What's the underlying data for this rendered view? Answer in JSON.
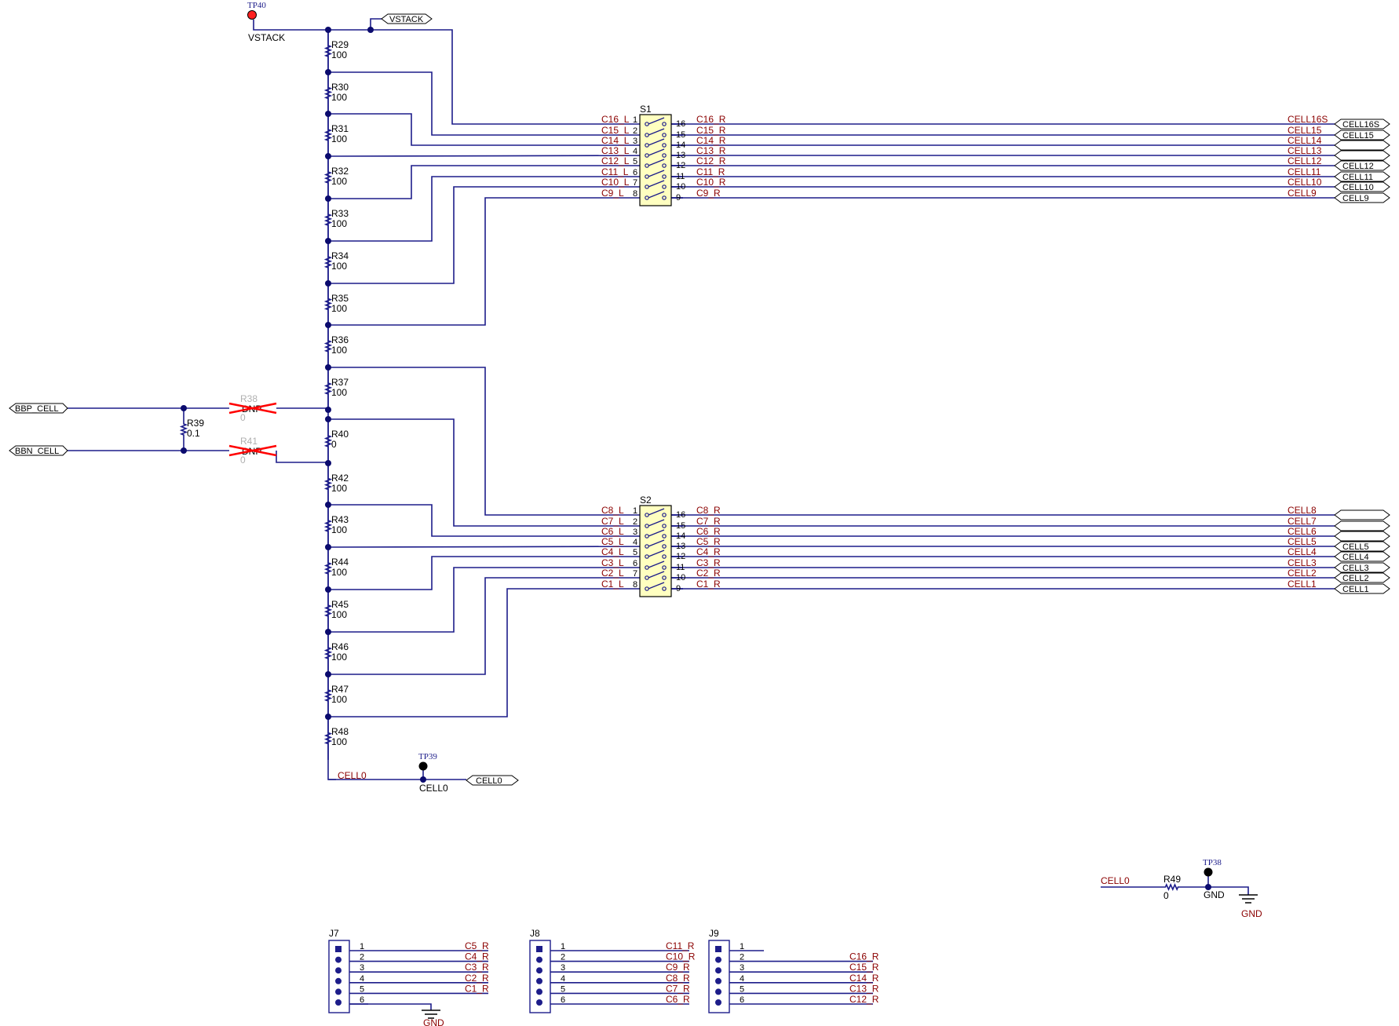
{
  "top": {
    "tp": "TP40",
    "net": "VSTACK",
    "flag": "VSTACK"
  },
  "ladder": [
    {
      "ref": "R29",
      "val": "100"
    },
    {
      "ref": "R30",
      "val": "100"
    },
    {
      "ref": "R31",
      "val": "100"
    },
    {
      "ref": "R32",
      "val": "100"
    },
    {
      "ref": "R33",
      "val": "100"
    },
    {
      "ref": "R34",
      "val": "100"
    },
    {
      "ref": "R35",
      "val": "100"
    },
    {
      "ref": "R36",
      "val": "100"
    },
    {
      "ref": "R37",
      "val": "100"
    },
    {
      "ref": "R40",
      "val": "0"
    },
    {
      "ref": "R42",
      "val": "100"
    },
    {
      "ref": "R43",
      "val": "100"
    },
    {
      "ref": "R44",
      "val": "100"
    },
    {
      "ref": "R45",
      "val": "100"
    },
    {
      "ref": "R46",
      "val": "100"
    },
    {
      "ref": "R47",
      "val": "100"
    },
    {
      "ref": "R48",
      "val": "100"
    }
  ],
  "sense": {
    "bbp": "BBP_CELL",
    "bbn": "BBN_CELL",
    "r39": {
      "ref": "R39",
      "val": "0.1"
    },
    "r38": {
      "ref": "R38",
      "val": "0",
      "dnp": "DNP"
    },
    "r41": {
      "ref": "R41",
      "val": "0",
      "dnp": "DNP"
    }
  },
  "s1": {
    "ref": "S1",
    "rows": [
      {
        "ll": "C16_L",
        "lp": "1",
        "rp": "16",
        "rl": "C16_R",
        "net": "CELL16S",
        "flag": "CELL16S"
      },
      {
        "ll": "C15_L",
        "lp": "2",
        "rp": "15",
        "rl": "C15_R",
        "net": "CELL15",
        "flag": "CELL15"
      },
      {
        "ll": "C14_L",
        "lp": "3",
        "rp": "14",
        "rl": "C14_R",
        "net": "CELL14",
        "flag": ""
      },
      {
        "ll": "C13_L",
        "lp": "4",
        "rp": "13",
        "rl": "C13_R",
        "net": "CELL13",
        "flag": ""
      },
      {
        "ll": "C12_L",
        "lp": "5",
        "rp": "12",
        "rl": "C12_R",
        "net": "CELL12",
        "flag": "CELL12"
      },
      {
        "ll": "C11_L",
        "lp": "6",
        "rp": "11",
        "rl": "C11_R",
        "net": "CELL11",
        "flag": "CELL11"
      },
      {
        "ll": "C10_L",
        "lp": "7",
        "rp": "10",
        "rl": "C10_R",
        "net": "CELL10",
        "flag": "CELL10"
      },
      {
        "ll": "C9_L",
        "lp": "8",
        "rp": "9",
        "rl": "C9_R",
        "net": "CELL9",
        "flag": "CELL9"
      }
    ]
  },
  "s2": {
    "ref": "S2",
    "rows": [
      {
        "ll": "C8_L",
        "lp": "1",
        "rp": "16",
        "rl": "C8_R",
        "net": "CELL8",
        "flag": ""
      },
      {
        "ll": "C7_L",
        "lp": "2",
        "rp": "15",
        "rl": "C7_R",
        "net": "CELL7",
        "flag": ""
      },
      {
        "ll": "C6_L",
        "lp": "3",
        "rp": "14",
        "rl": "C6_R",
        "net": "CELL6",
        "flag": ""
      },
      {
        "ll": "C5_L",
        "lp": "4",
        "rp": "13",
        "rl": "C5_R",
        "net": "CELL5",
        "flag": "CELL5"
      },
      {
        "ll": "C4_L",
        "lp": "5",
        "rp": "12",
        "rl": "C4_R",
        "net": "CELL4",
        "flag": "CELL4"
      },
      {
        "ll": "C3_L",
        "lp": "6",
        "rp": "11",
        "rl": "C3_R",
        "net": "CELL3",
        "flag": "CELL3"
      },
      {
        "ll": "C2_L",
        "lp": "7",
        "rp": "10",
        "rl": "C2_R",
        "net": "CELL2",
        "flag": "CELL2"
      },
      {
        "ll": "C1_L",
        "lp": "8",
        "rp": "9",
        "rl": "C1_R",
        "net": "CELL1",
        "flag": "CELL1"
      }
    ]
  },
  "bottom": {
    "tp": "TP39",
    "net_lbl": "CELL0",
    "tp_net": "CELL0",
    "flag": "CELL0"
  },
  "gndlink": {
    "net": "CELL0",
    "ref": "R49",
    "val": "0",
    "tp": "TP38",
    "tp_net": "GND",
    "gnd": "GND"
  },
  "connectors": [
    {
      "ref": "J7",
      "pins": [
        "1",
        "2",
        "3",
        "4",
        "5",
        "6"
      ],
      "nets": [
        "C5_R",
        "C4_R",
        "C3_R",
        "C2_R",
        "C1_R",
        ""
      ],
      "gnd": "GND"
    },
    {
      "ref": "J8",
      "pins": [
        "1",
        "2",
        "3",
        "4",
        "5",
        "6"
      ],
      "nets": [
        "C11_R",
        "C10_R",
        "C9_R",
        "C8_R",
        "C7_R",
        "C6_R"
      ],
      "gnd": ""
    },
    {
      "ref": "J9",
      "pins": [
        "1",
        "2",
        "3",
        "4",
        "5",
        "6"
      ],
      "nets": [
        "",
        "C16_R",
        "C15_R",
        "C14_R",
        "C13_R",
        "C12_R"
      ],
      "gnd": ""
    }
  ],
  "colors": {
    "wire": "#1d1d8a",
    "net_label": "#8b0000",
    "dnp_cross": "#ff0000",
    "testpoint_red": "#ff2020",
    "switch_fill": "#ffffc0"
  }
}
